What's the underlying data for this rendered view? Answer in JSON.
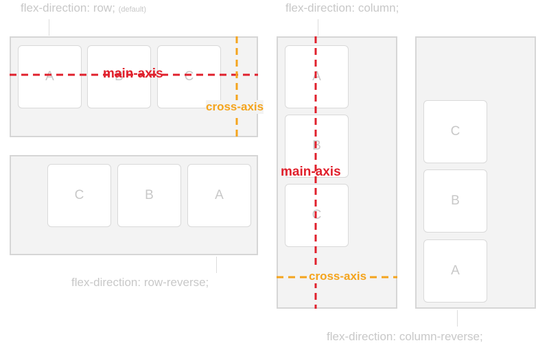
{
  "captions": {
    "row": "flex-direction: row;",
    "row_default": "(default)",
    "column": "flex-direction: column;",
    "row_reverse": "flex-direction: row-reverse;",
    "column_reverse": "flex-direction: column-reverse;"
  },
  "axes": {
    "main_label": "main-axis",
    "cross_label": "cross-axis",
    "main_color": "#e0202c",
    "cross_color": "#f4a41d"
  },
  "diagrams": {
    "row": {
      "items": [
        "A",
        "B",
        "C"
      ]
    },
    "row_reverse": {
      "items": [
        "C",
        "B",
        "A"
      ]
    },
    "column": {
      "items": [
        "A",
        "B",
        "C"
      ]
    },
    "column_reverse": {
      "items": [
        "C",
        "B",
        "A"
      ]
    }
  }
}
